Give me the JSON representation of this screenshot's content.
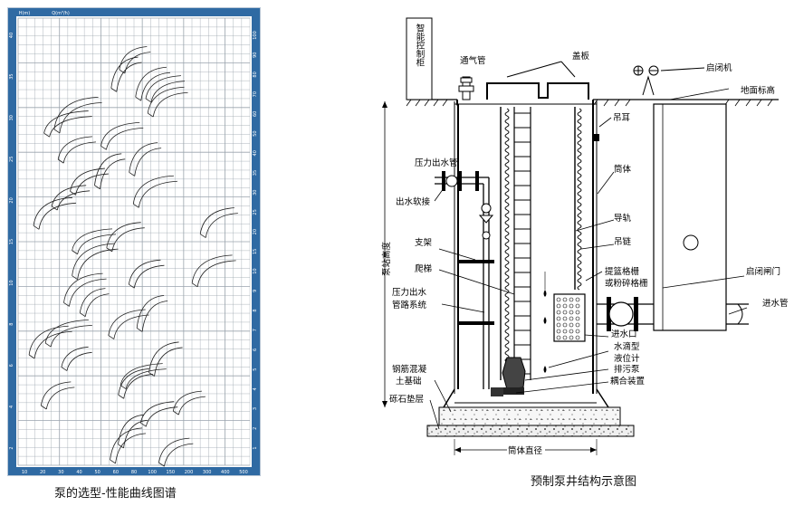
{
  "left_figure": {
    "caption": "泵的选型-性能曲线图谱",
    "edge_labels": {
      "top": [
        "H(m)",
        "Q(m³/h)"
      ],
      "left": [
        "40",
        "35",
        "30",
        "25",
        "20",
        "15",
        "10",
        "8",
        "6",
        "4",
        "2"
      ],
      "bottom": [
        "10",
        "20",
        "30",
        "40",
        "50",
        "60",
        "80",
        "100",
        "150",
        "200",
        "300",
        "400",
        "500"
      ],
      "right": [
        "100",
        "90",
        "80",
        "70",
        "60",
        "50",
        "40",
        "35",
        "30",
        "25",
        "20",
        "15",
        "10",
        "9",
        "8",
        "7",
        "6",
        "5",
        "4",
        "3",
        "2",
        "1"
      ]
    },
    "colors": {
      "band": "#2f6aa3",
      "grid": "#9aa4ad",
      "curve": "#222222"
    }
  },
  "right_figure": {
    "caption": "预制泵井结构示意图",
    "labels": {
      "control_cabinet": "智能控制柜",
      "vent_pipe": "通气管",
      "cover_plate": "盖板",
      "hoist": "启闭机",
      "ground_level": "地面标高",
      "lifting_lug": "吊耳",
      "pressure_outlet": "压力出水管",
      "outlet_hose": "出水软接",
      "shell": "筒体",
      "guide_rail": "导轨",
      "bracket": "支架",
      "station_height": "泵站高度",
      "lift_chain": "吊链",
      "ladder": "爬梯",
      "basket_grille": "提篮格栅",
      "crushing_grille": "或粉碎格栅",
      "gate": "启闭闸门",
      "pressure_system_1": "压力出水",
      "pressure_system_2": "管路系统",
      "inlet_pipe": "进水管",
      "inlet": "进水口",
      "level_gauge_1": "水滴型",
      "level_gauge_2": "液位计",
      "rc_foundation_1": "钢筋混凝",
      "rc_foundation_2": "土基础",
      "sewage_pump": "排污泵",
      "coupling": "耦合装置",
      "gravel_layer": "砾石垫层",
      "shell_diameter": "筒体直径"
    }
  }
}
